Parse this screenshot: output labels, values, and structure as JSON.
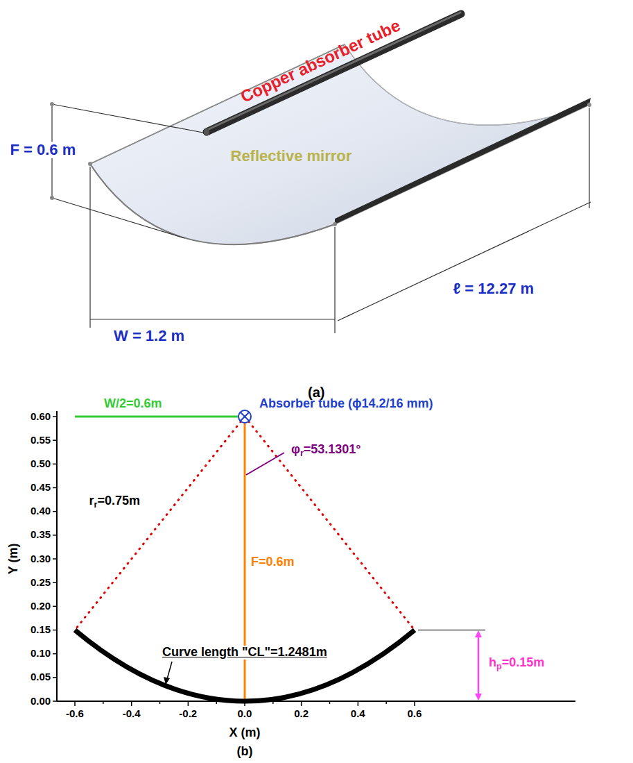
{
  "diagram": {
    "labels": [
      "Copper absorber tube",
      "F = 0.6 m",
      "Reflective mirror",
      "W = 1.2 m",
      "ℓ = 12.27 m",
      "(a)",
      "W/2=0.6m",
      "Absorber tube (ϕ14.2/16 mm)",
      "rr=0.75m",
      "φr=53.1301°",
      "F=0.6m",
      "Curve length \"CL\"=1.2481m",
      "hp=0.15m",
      "Y (m)",
      "X (m)",
      "(b)",
      "0.60",
      "0.55",
      "0.50",
      "0.45",
      "0.40",
      "0.35",
      "0.30",
      "0.25",
      "0.20",
      "0.15",
      "0.10",
      "0.05",
      "0.00",
      "-0.6",
      "-0.4",
      "-0.2",
      "0.0",
      "0.2",
      "0.4",
      "0.6"
    ]
  }
}
